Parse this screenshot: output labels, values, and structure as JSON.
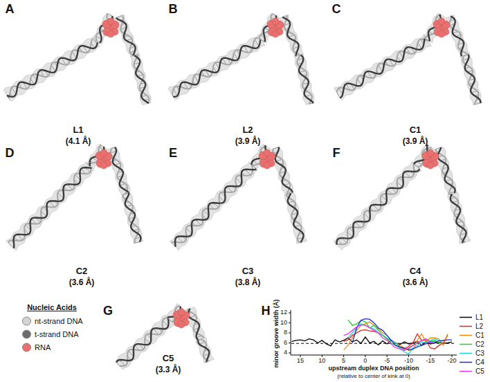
{
  "diagram": {
    "labels": [
      "A",
      "L1",
      "(4.1 Å)",
      "B",
      "L2",
      "(3.9 Å)",
      "C",
      "C1",
      "(3.9 Å)",
      "D",
      "C2",
      "(3.6 Å)",
      "E",
      "C3",
      "(3.8 Å)",
      "F",
      "C4",
      "(3.6 Å)",
      "Nucleic Acids",
      "G",
      "C5",
      "(3.3 Å)",
      "H",
      "minor groove width (Å)",
      "12",
      "10",
      "8",
      "6",
      "4",
      "15",
      "10",
      "5",
      "0",
      "-5",
      "-10",
      "-15",
      "-20",
      "upstream duplex DNA position",
      "(relative to center of kink at 0)"
    ],
    "legend": [
      {
        "text": "nt-strand DNA",
        "color": "#d3d3d3"
      },
      {
        "text": "t-strand DNA",
        "color": "#6b6b6b"
      },
      {
        "text": "RNA",
        "color": "#e8706e"
      },
      {
        "text": "L1"
      },
      {
        "text": "L2"
      },
      {
        "text": "C1"
      },
      {
        "text": "C2"
      },
      {
        "text": "C3"
      },
      {
        "text": "C4"
      },
      {
        "text": "C5"
      }
    ]
  }
}
